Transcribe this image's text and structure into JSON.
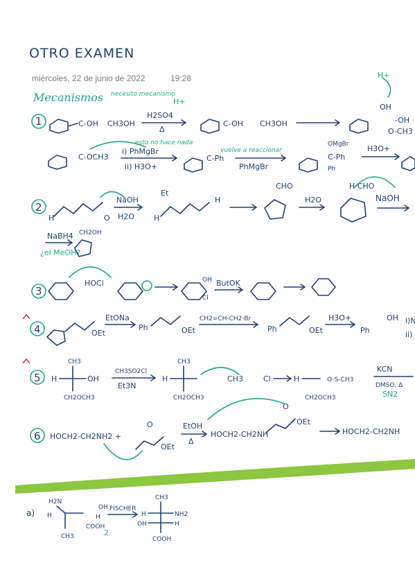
{
  "header": {
    "title": "OTRO EXAMEN",
    "date": "miércoles, 22 de junio de 2022",
    "time": "19:28"
  },
  "section": "Mecanismos",
  "notes": {
    "n1": "necesito mecanismo",
    "n2": "esto no hace nada",
    "n3": "vuelve a reaccionar",
    "n4": "¿el MeOH?",
    "n5": "SN2"
  },
  "problems": {
    "p1": {
      "number": "1",
      "reagent_a": "CH3OH",
      "catalyst": "H2SO4",
      "heat": "Δ",
      "product_a": "CH3OH",
      "reagent_b": "i) PhMgBr",
      "reagent_b2": "ii) H3O+",
      "reagent_c": "PhMgBr",
      "reagent_d": "H3O+",
      "h_plus": "H+",
      "groups": [
        "C-OH",
        "C-OCH3",
        "C-Ph",
        "OMgBr",
        "Ph",
        "OH",
        "O-CH3",
        "-OH"
      ]
    },
    "p2": {
      "number": "2",
      "reagent": "NaOH",
      "solvent": "H2O",
      "step2": "H2O",
      "step3": "NaOH",
      "step4": "NaBH4",
      "labels": [
        "H",
        "O",
        "CHO",
        "H CHO",
        "CH2OH",
        "Et"
      ]
    },
    "p3": {
      "number": "3",
      "reagent": "HOCl",
      "base": "ButOK",
      "labels": [
        "OH",
        "Cl"
      ]
    },
    "p4": {
      "number": "4",
      "reagent1": "EtONa",
      "reagent2": "CH2=CH-CH2-Br",
      "reagent3": "H3O+",
      "labels": [
        "Ph",
        "OEt",
        "OH",
        "i)N",
        "ii)"
      ]
    },
    "p5": {
      "number": "5",
      "reagent1": "CH3SO2Cl",
      "reagent2": "Et3N",
      "reagent3": "KCN",
      "solvent": "DMSO, Δ",
      "labels": [
        "H",
        "OH",
        "CH3",
        "CH2OCH3",
        "Cl",
        "O-S-CH3"
      ]
    },
    "p6": {
      "number": "6",
      "reactant": "HOCH2-CH2NH2 +",
      "reagent": "EtOH",
      "heat": "Δ",
      "intermediate": "HOCH2-CH2NH",
      "product": "HOCH2-CH2NH",
      "labels": [
        "OEt",
        "O"
      ]
    },
    "a": {
      "label": "a)",
      "method": "FISCHER",
      "labels": [
        "H2N",
        "H",
        "OH",
        "COOH",
        "CH3",
        "NH2",
        "COOH",
        "2"
      ]
    }
  }
}
